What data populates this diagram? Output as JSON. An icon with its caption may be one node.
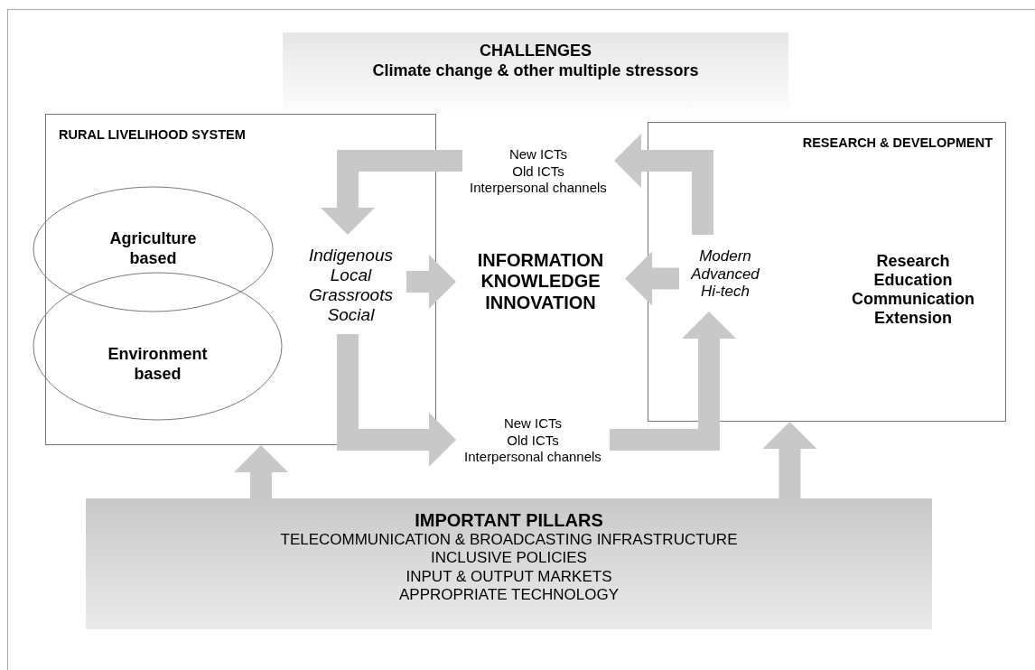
{
  "diagram": {
    "nodes": [
      {
        "text": [
          "CHALLENGES",
          "Climate change & other multiple stressors"
        ]
      },
      {
        "text": [
          "RURAL LIVELIHOOD SYSTEM"
        ]
      },
      {
        "text": [
          "Agriculture based"
        ],
        "in": 1
      },
      {
        "text": [
          "Environment based"
        ],
        "in": 1
      },
      {
        "text": [
          "Indigenous Local Grassroots Social"
        ],
        "in": 1
      },
      {
        "text": [
          "RESEARCH & DEVELOPMENT"
        ]
      },
      {
        "text": [
          "Modern Advanced Hi-tech"
        ],
        "in": 5
      },
      {
        "text": [
          "Research Education Communication Extension"
        ],
        "in": 5
      },
      {
        "text": [
          "INFORMATION KNOWLEDGE INNOVATION"
        ]
      },
      {
        "text": [
          "New ICTs",
          "Old ICTs",
          "Interpersonal channels"
        ]
      },
      {
        "text": [
          "New ICTs",
          "Old ICTs",
          "Interpersonal channels"
        ]
      },
      {
        "text": [
          "IMPORTANT PILLARS",
          "TELECOMMUNICATION & BROADCASTING INFRASTRUCTURE",
          "INCLUSIVE POLICIES",
          "INPUT & OUTPUT MARKETS",
          "APPROPRIATE TECHNOLOGY"
        ]
      }
    ],
    "edges": [
      {
        "from": 6,
        "to": 9,
        "arrow": "to"
      },
      {
        "from": 9,
        "to": 4,
        "arrow": "to"
      },
      {
        "from": 4,
        "to": 8,
        "arrow": "to"
      },
      {
        "from": 6,
        "to": 8,
        "arrow": "to"
      },
      {
        "from": 4,
        "to": 10,
        "arrow": "to"
      },
      {
        "from": 10,
        "to": 6,
        "arrow": "to"
      },
      {
        "from": 11,
        "to": 1,
        "arrow": "to"
      },
      {
        "from": 11,
        "to": 5,
        "arrow": "to"
      }
    ]
  }
}
